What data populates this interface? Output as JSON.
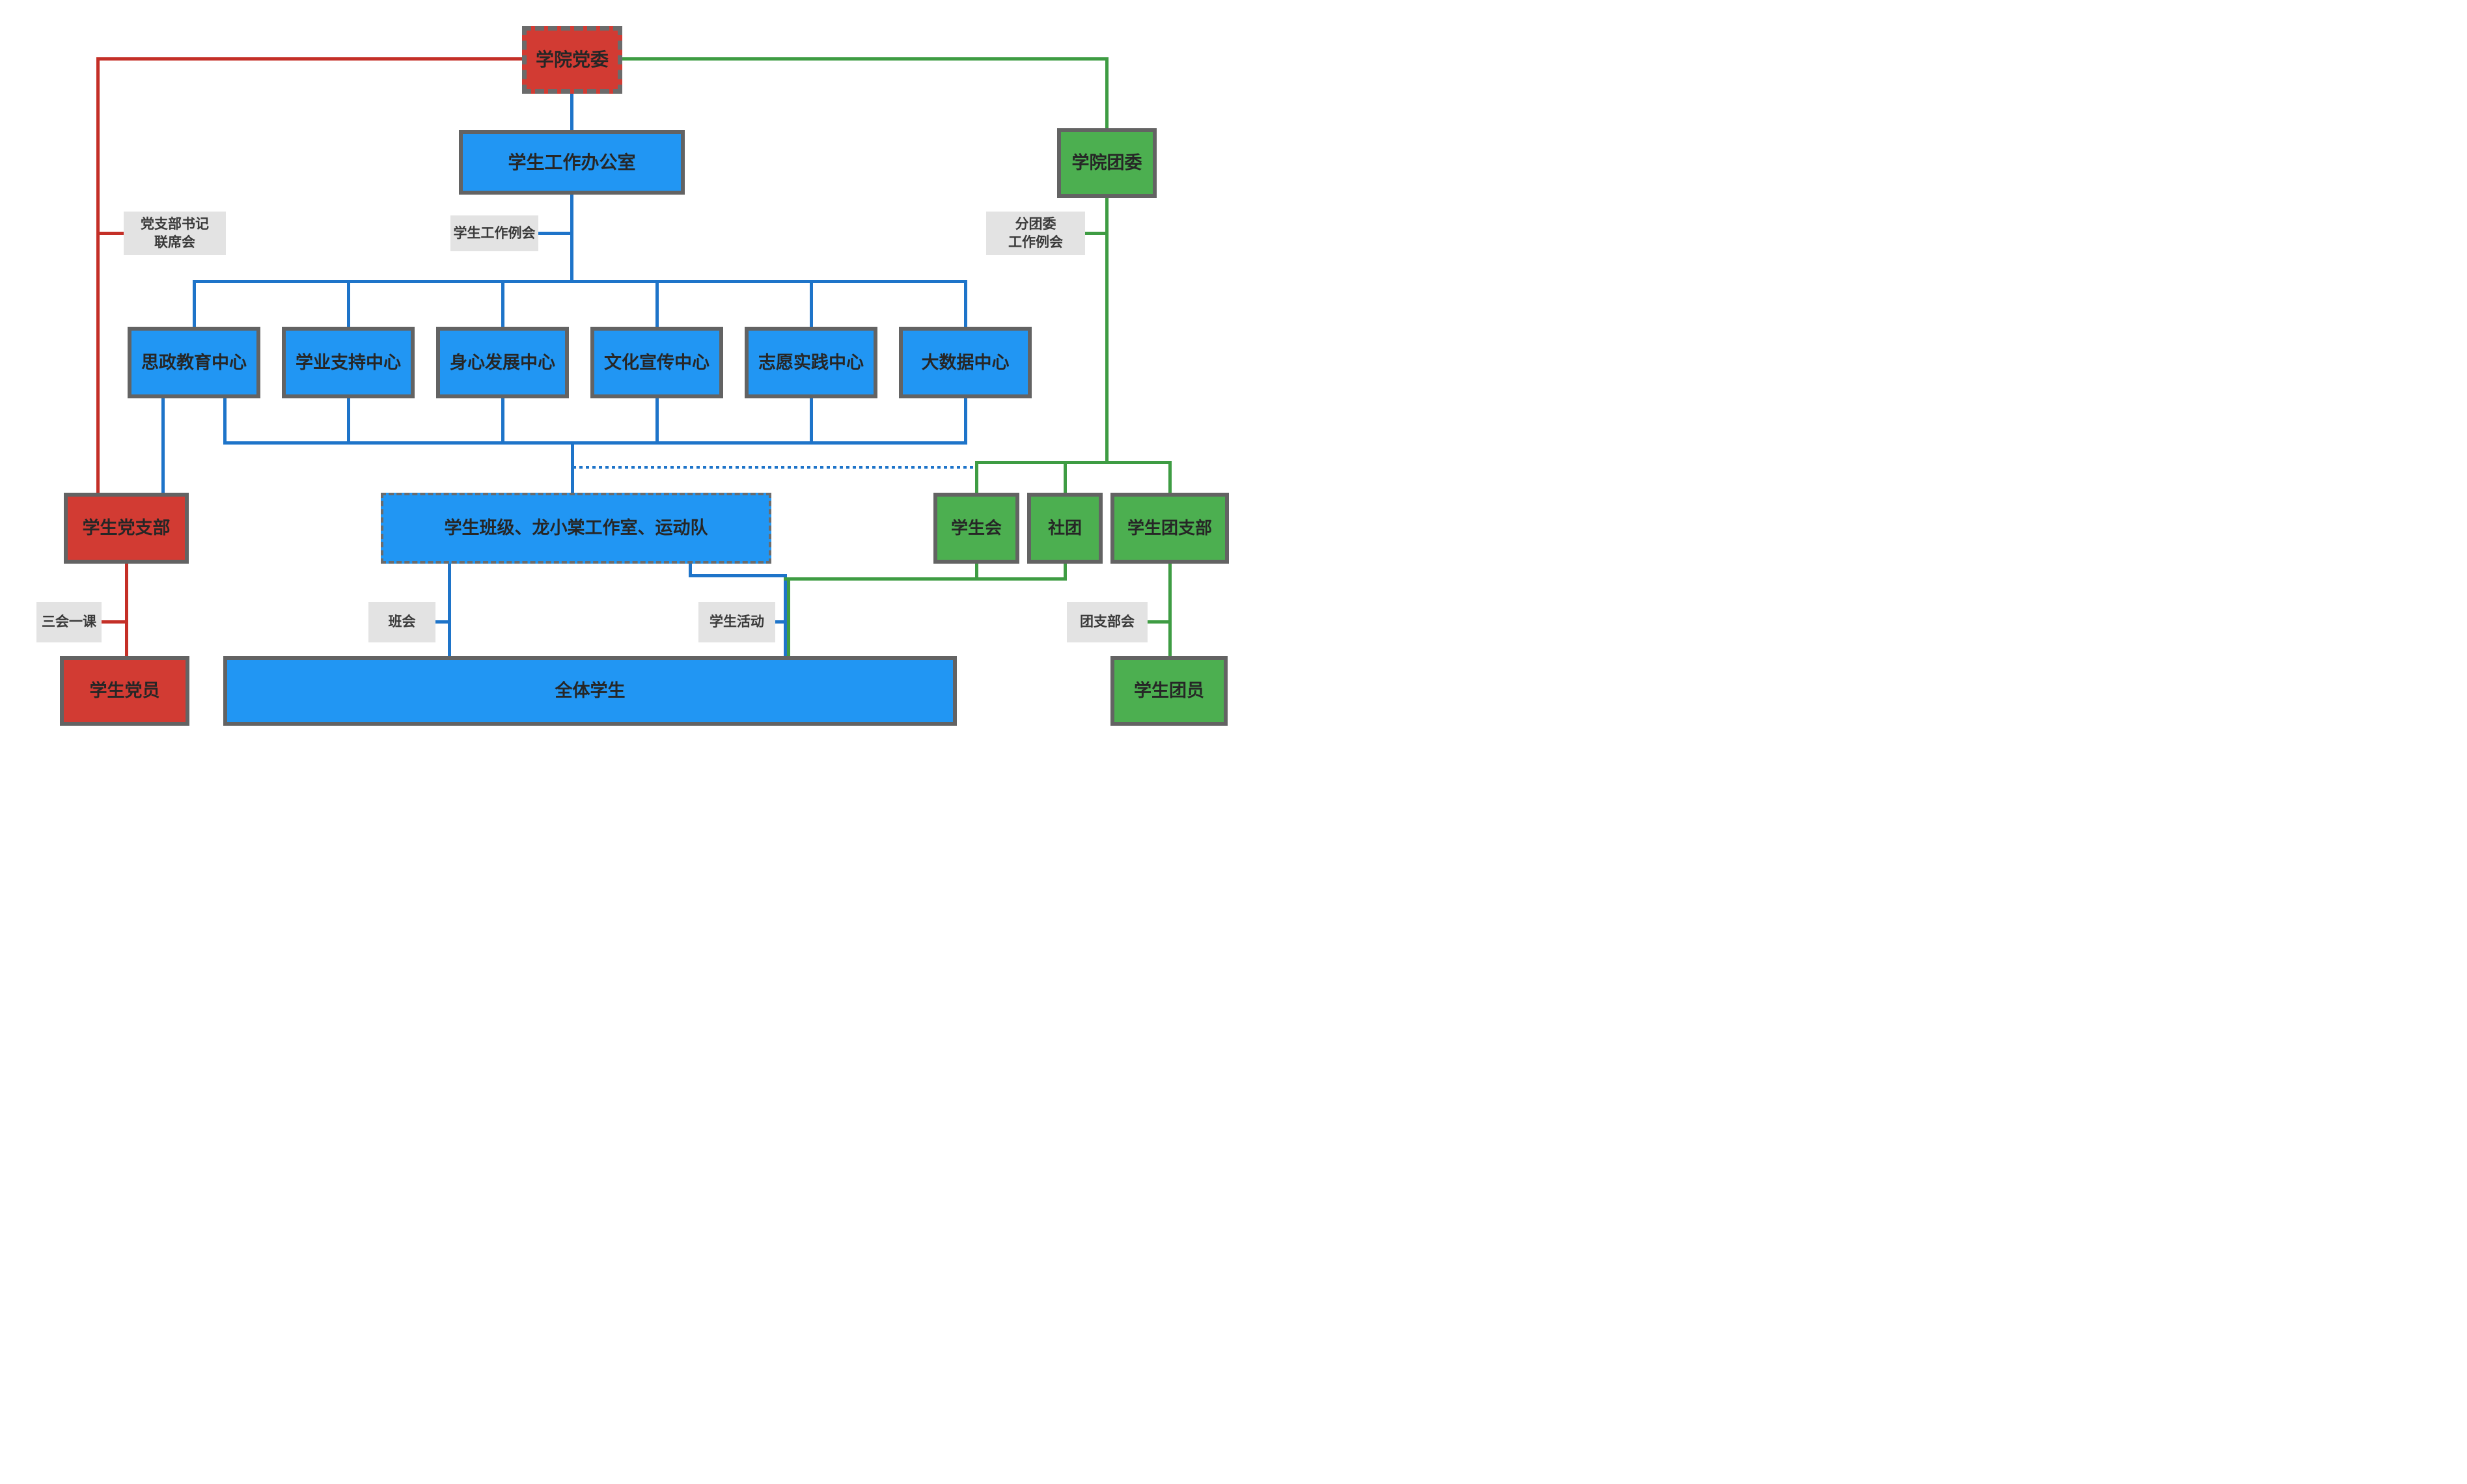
{
  "diagram": {
    "palette": {
      "party_red_fill": "#D23B33",
      "party_red_line": "#C42F27",
      "admin_blue_fill": "#2196F3",
      "admin_blue_line": "#1E74C9",
      "league_green_fill": "#4CAF50",
      "league_green_line": "#3E9C43",
      "border_gray": "#636363",
      "label_gray_bg": "#E3E3E3",
      "text_dark": "#262626"
    },
    "nodes": {
      "party_committee": "学院党委",
      "student_work_office": "学生工作办公室",
      "college_league": "学院团委",
      "student_party_branch": "学生党支部",
      "student_class_group": "学生班级、龙小棠工作室、运动队",
      "student_union": "学生会",
      "clubs": "社团",
      "student_league_branch": "学生团支部",
      "student_party_members": "学生党员",
      "all_students": "全体学生",
      "student_league_members": "学生团员"
    },
    "centers": [
      "思政教育中心",
      "学业支持中心",
      "身心发展中心",
      "文化宣传中心",
      "志愿实践中心",
      "大数据中心"
    ],
    "meeting_labels": {
      "party_secretary_joint_line1": "党支部书记",
      "party_secretary_joint_line2": "联席会",
      "student_work_meeting": "学生工作例会",
      "sub_league_line1": "分团委",
      "sub_league_line2": "工作例会",
      "three_meetings_one_lesson": "三会一课",
      "class_meeting": "班会",
      "student_activities": "学生活动",
      "league_branch_meeting": "团支部会"
    }
  }
}
